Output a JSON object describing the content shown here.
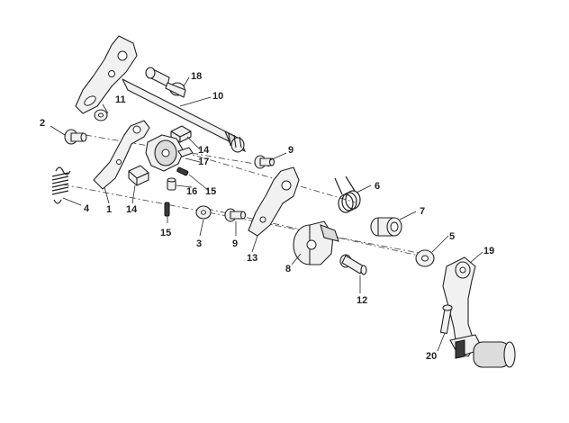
{
  "callouts": [
    "1",
    "2",
    "3",
    "4",
    "5",
    "6",
    "7",
    "8",
    "9",
    "9",
    "10",
    "11",
    "12",
    "13",
    "14",
    "14",
    "15",
    "15",
    "16",
    "17",
    "18",
    "19",
    "20"
  ]
}
